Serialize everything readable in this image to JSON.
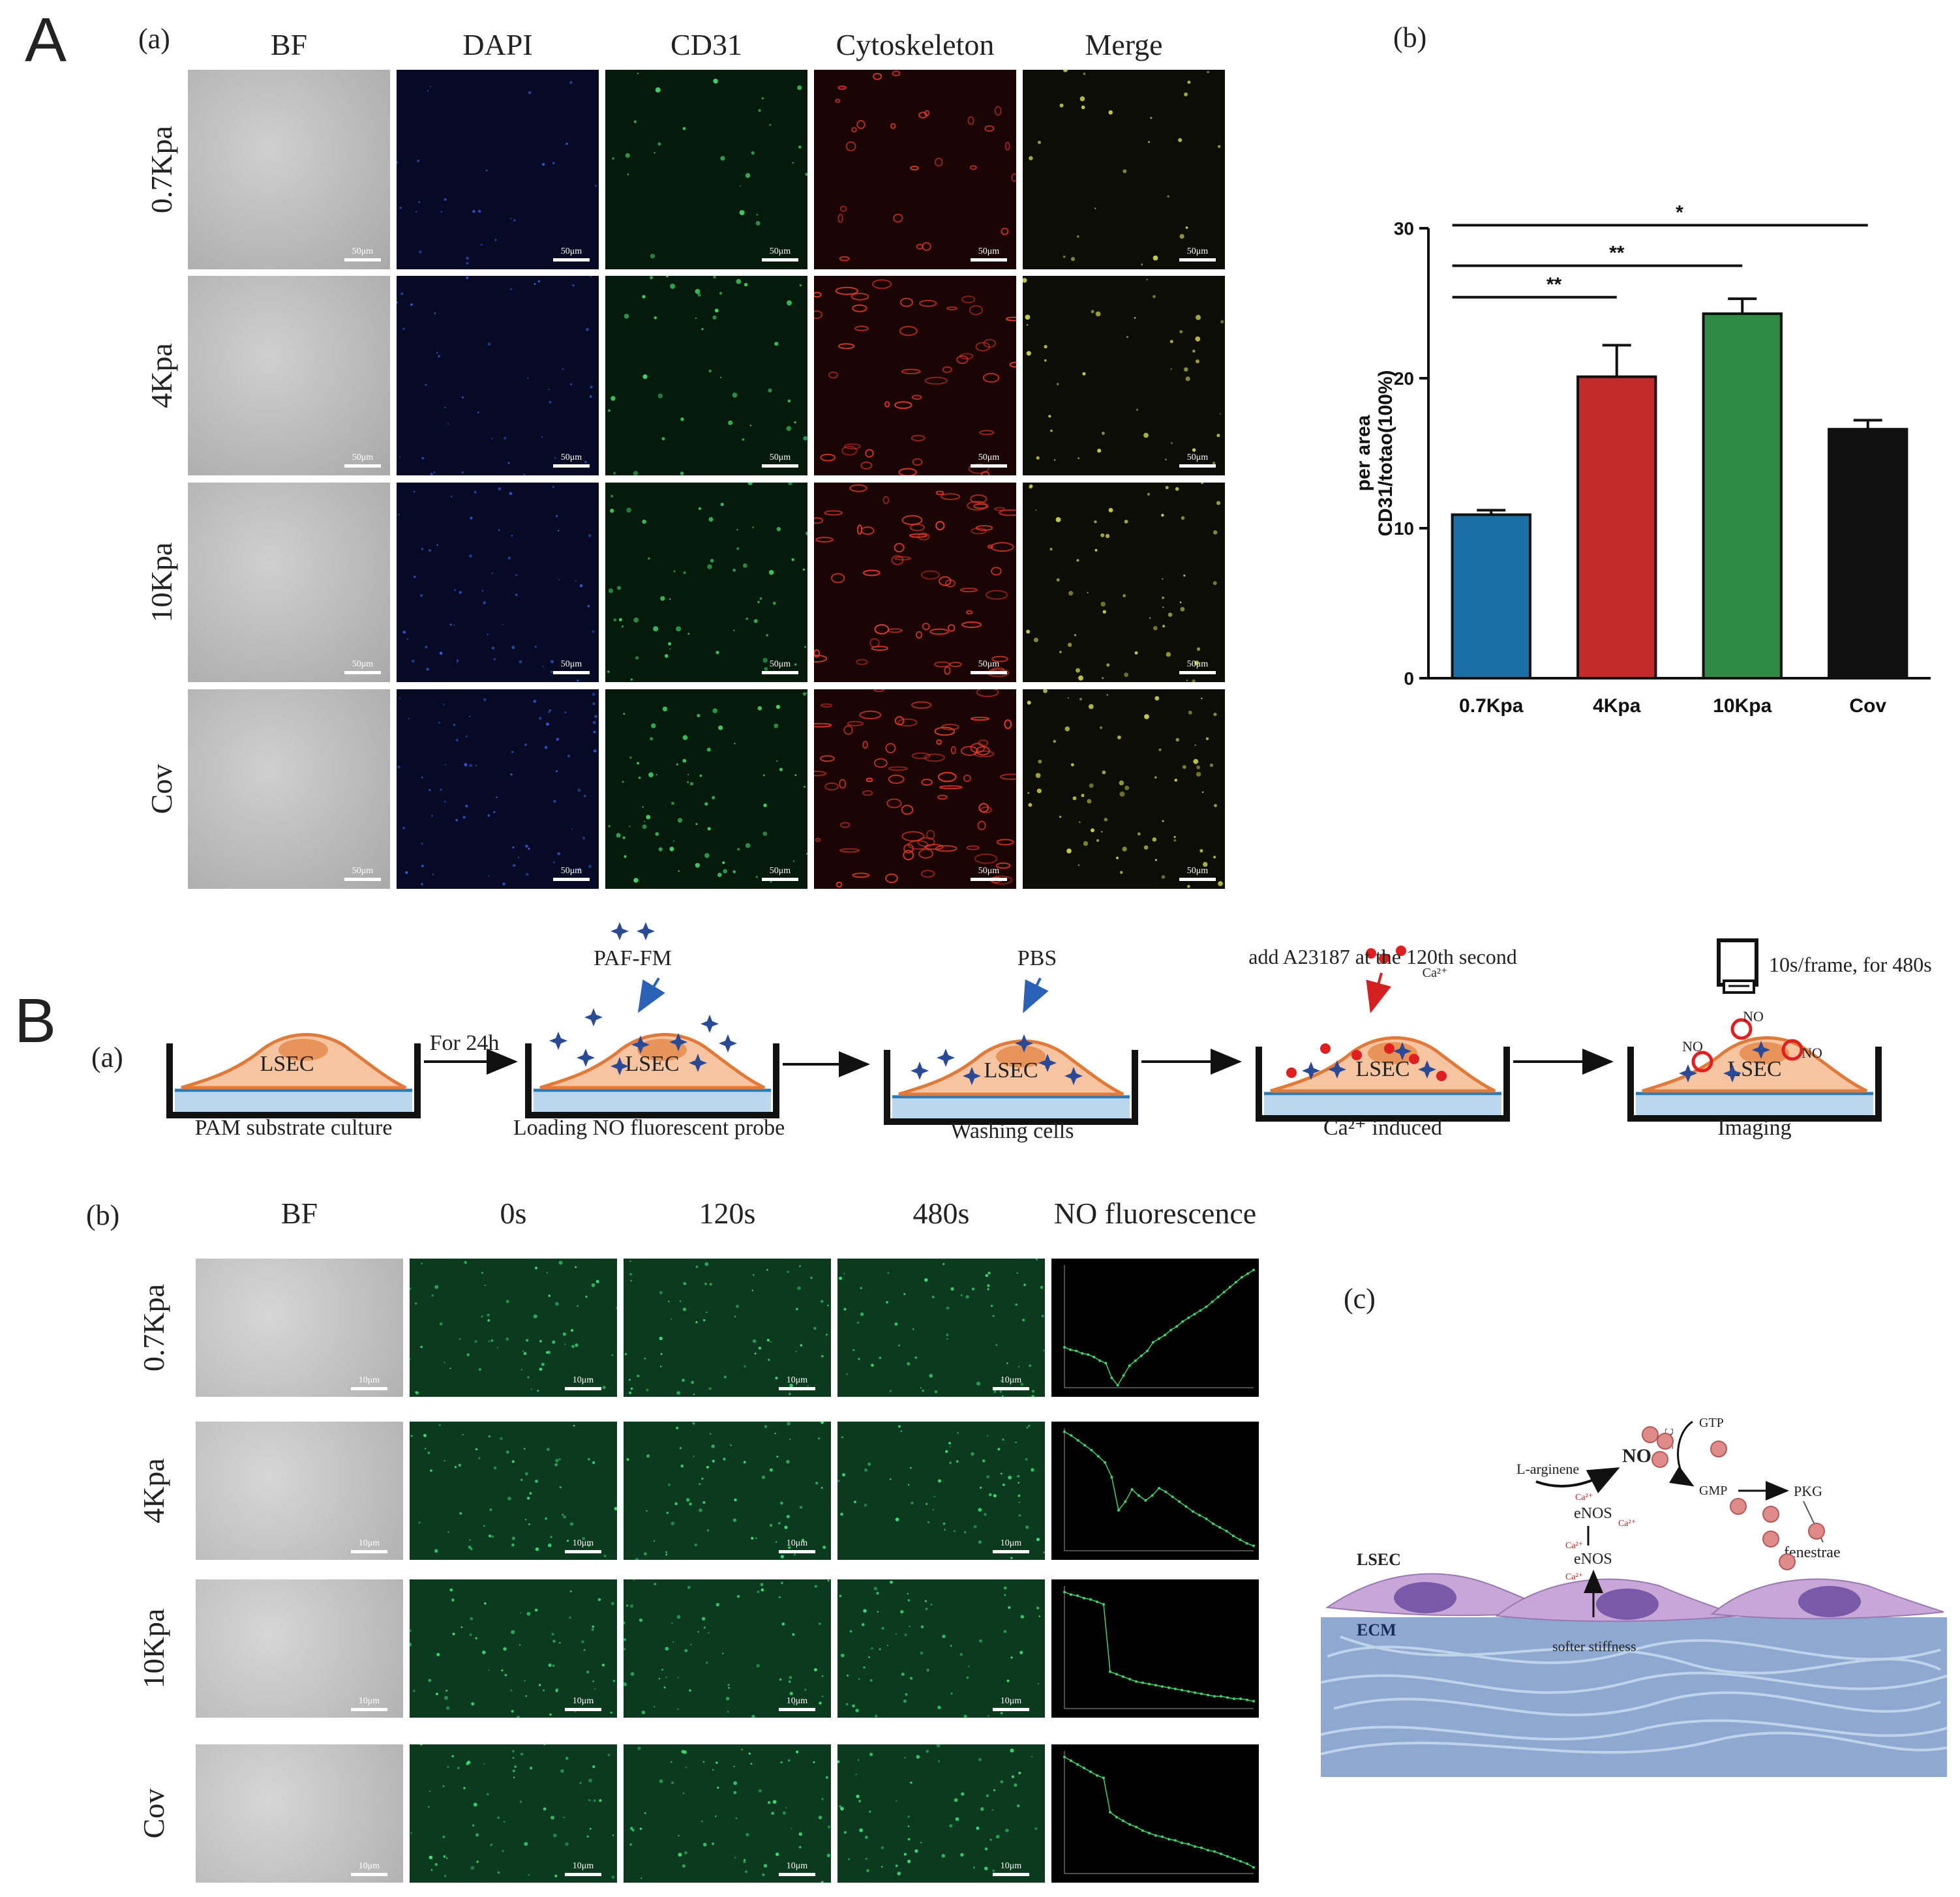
{
  "panel_A": {
    "letter": "A",
    "sub_a": "(a)",
    "sub_b": "(b)",
    "columns": [
      "BF",
      "DAPI",
      "CD31",
      "Cytoskeleton",
      "Merge"
    ],
    "rows": [
      "0.7Kpa",
      "4Kpa",
      "10Kpa",
      "Cov"
    ],
    "scale_label": "50μm",
    "colors": {
      "bf": "#b9b9b9",
      "dapi": "#060a24",
      "cd31": "#061a0c",
      "cyto": "#1a0404",
      "merge": "#0c0d06",
      "dapi_dot": "#3556d8",
      "cd31_dot": "#3fd36a",
      "cyto_dot": "#e23a2a",
      "merge_dot": "#c8d04a"
    }
  },
  "chart_data": {
    "type": "bar",
    "categories": [
      "0.7Kpa",
      "4Kpa",
      "10Kpa",
      "Cov"
    ],
    "values": [
      10.9,
      20.1,
      24.3,
      16.6
    ],
    "errors": [
      0.3,
      2.1,
      1.0,
      0.6
    ],
    "colors": [
      "#1a6fa6",
      "#c42a2a",
      "#2e8a44",
      "#111111"
    ],
    "ylabel_lines": [
      "per area",
      "CD31/totao(100%)"
    ],
    "yticks": [
      0,
      10,
      20,
      30
    ],
    "yticks_text": [
      "0",
      "10",
      "20",
      "30"
    ],
    "ylim": [
      0,
      30
    ],
    "significance": [
      {
        "from": "0.7Kpa",
        "to": "4Kpa",
        "label": "**"
      },
      {
        "from": "0.7Kpa",
        "to": "10Kpa",
        "label": "**"
      },
      {
        "from": "0.7Kpa",
        "to": "Cov",
        "label": "*"
      }
    ]
  },
  "panel_B": {
    "letter": "B",
    "sub_a": "(a)",
    "sub_b": "(b)",
    "sub_c": "(c)",
    "cell_label": "LSEC",
    "for_24h": "For 24h",
    "paf_fm": "PAF-FM",
    "pbs": "PBS",
    "a23187": "add A23187 at the 120th second",
    "ca_label": "Ca²⁺",
    "frame_rate": "10s/frame, for 480s",
    "no_label": "NO",
    "steps": [
      "PAM substrate culture",
      "Loading NO fluorescent probe",
      "Washing cells",
      "Ca²⁺ induced",
      "Imaging"
    ],
    "columns": [
      "BF",
      "0s",
      "120s",
      "480s",
      "NO fluorescence"
    ],
    "rows": [
      "0.7Kpa",
      "4Kpa",
      "10Kpa",
      "Cov"
    ],
    "scale_label": "10μm",
    "traces": [
      [
        0.33,
        0.31,
        0.3,
        0.28,
        0.27,
        0.25,
        0.22,
        0.2,
        0.08,
        0.02,
        0.1,
        0.18,
        0.22,
        0.26,
        0.3,
        0.37,
        0.4,
        0.43,
        0.47,
        0.5,
        0.54,
        0.57,
        0.6,
        0.63,
        0.66,
        0.7,
        0.74,
        0.78,
        0.82,
        0.86,
        0.9,
        0.93,
        0.96
      ],
      [
        0.97,
        0.94,
        0.9,
        0.86,
        0.82,
        0.77,
        0.72,
        0.6,
        0.33,
        0.4,
        0.5,
        0.45,
        0.41,
        0.45,
        0.51,
        0.48,
        0.44,
        0.4,
        0.36,
        0.32,
        0.29,
        0.26,
        0.22,
        0.19,
        0.16,
        0.12,
        0.09,
        0.06,
        0.04
      ],
      [
        0.95,
        0.93,
        0.92,
        0.9,
        0.89,
        0.87,
        0.85,
        0.3,
        0.28,
        0.26,
        0.24,
        0.22,
        0.21,
        0.2,
        0.19,
        0.18,
        0.17,
        0.16,
        0.15,
        0.14,
        0.13,
        0.12,
        0.11,
        0.1,
        0.1,
        0.09,
        0.08,
        0.08,
        0.07,
        0.06
      ],
      [
        0.95,
        0.92,
        0.89,
        0.86,
        0.83,
        0.8,
        0.78,
        0.5,
        0.46,
        0.43,
        0.4,
        0.38,
        0.35,
        0.33,
        0.31,
        0.3,
        0.28,
        0.27,
        0.25,
        0.24,
        0.22,
        0.21,
        0.19,
        0.18,
        0.16,
        0.14,
        0.12,
        0.1,
        0.08,
        0.05
      ]
    ],
    "pathway": {
      "lsec": "LSEC",
      "ecm": "ECM",
      "l_arginene": "L-arginene",
      "no": "NO",
      "enos": "eNOS",
      "sgc": "sGC",
      "gtp": "GTP",
      "gmp": "GMP",
      "pkg": "PKG",
      "fenestrae": "fenestrae",
      "softer": "softer stiffness",
      "ca": "Ca²⁺",
      "colors": {
        "ecm": "#8fa8d2",
        "cell": "#c9a6d8",
        "nucleus": "#7a5aa8",
        "dot": "#e08a8a"
      }
    }
  }
}
